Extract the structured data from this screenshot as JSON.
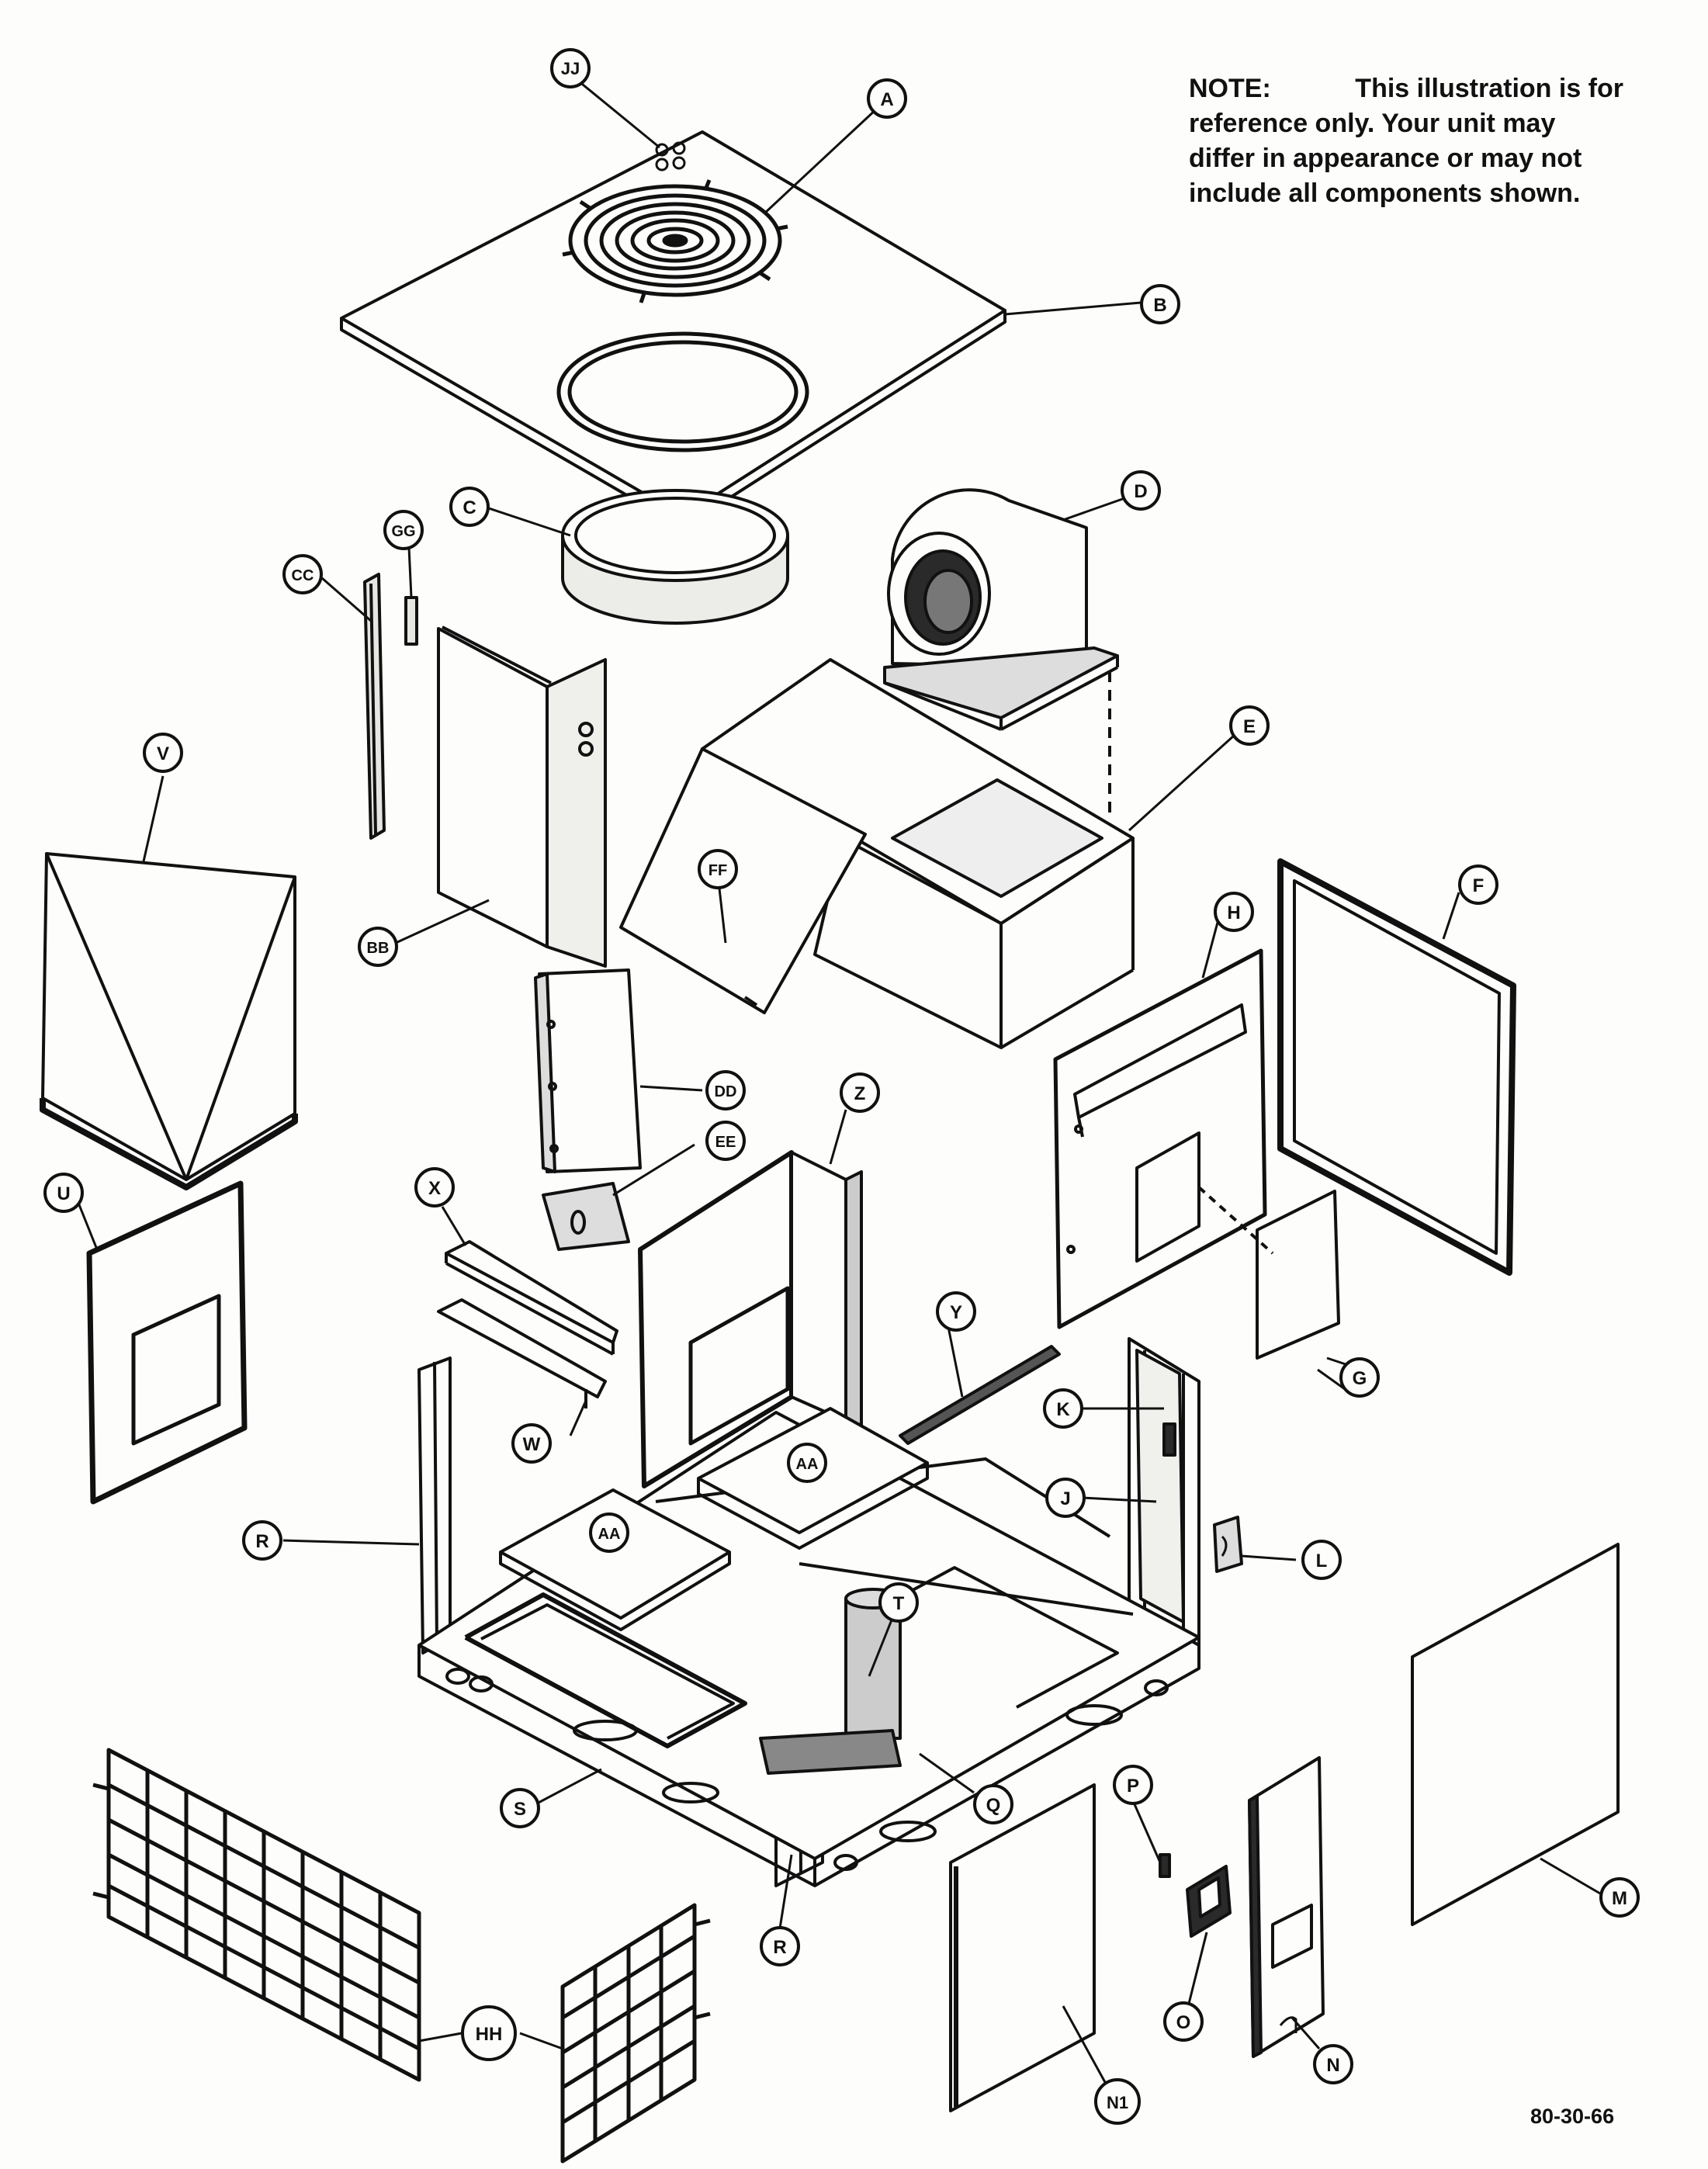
{
  "note": {
    "label": "NOTE:",
    "line1_rest": "This illustration is for",
    "line2": "reference only.   Your unit may",
    "line3": "differ in appearance or may not",
    "line4": "include all components shown."
  },
  "figure_number": "80-30-66",
  "callouts": {
    "JJ": "JJ",
    "A": "A",
    "B": "B",
    "C": "C",
    "GG": "GG",
    "CC": "CC",
    "D": "D",
    "E": "E",
    "V": "V",
    "BB": "BB",
    "FF": "FF",
    "F": "F",
    "H": "H",
    "DD": "DD",
    "EE": "EE",
    "Z": "Z",
    "U": "U",
    "X": "X",
    "Y": "Y",
    "G": "G",
    "K": "K",
    "W": "W",
    "AA1": "AA",
    "AA2": "AA",
    "J": "J",
    "R1": "R",
    "L": "L",
    "T": "T",
    "S": "S",
    "Q": "Q",
    "P": "P",
    "M": "M",
    "R2": "R",
    "O": "O",
    "HH": "HH",
    "N": "N",
    "N1": "N1"
  },
  "colors": {
    "ink": "#111111",
    "paper": "#fdfdfb",
    "shade": "#e6e6e2",
    "dark": "#2a2a2a"
  }
}
